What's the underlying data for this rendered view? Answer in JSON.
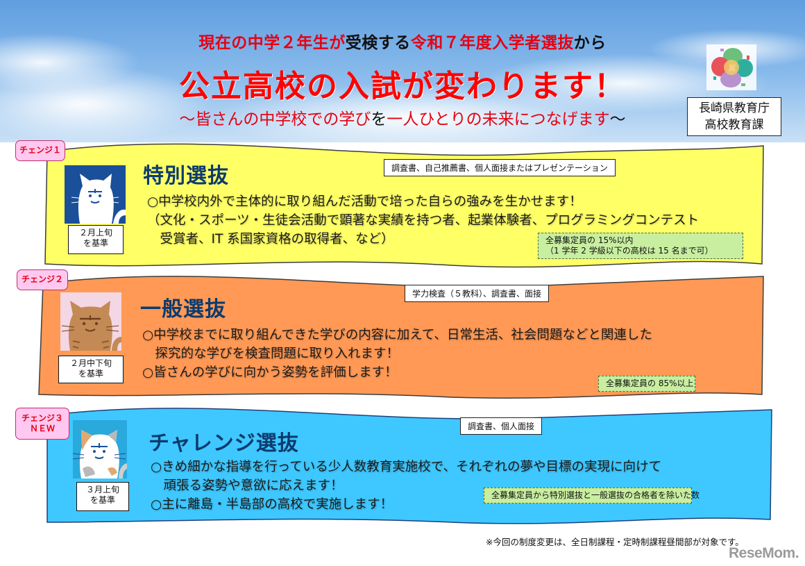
{
  "header": {
    "line1_part1": "現在の中学２年生が",
    "line1_part2": "受検する",
    "line1_part3": "令和７年度入学者選抜",
    "line1_part4": "から",
    "headline": "公立高校の入試が変わります！",
    "tagline_part1": "～皆さんの中学校での学び",
    "tagline_part2": "を",
    "tagline_part3": "一人ひとりの未来につなげます",
    "tagline_part4": "～"
  },
  "organization": {
    "logo_icon": "nagasaki-education-flower-logo",
    "line1": "長崎県教育庁",
    "line2": "高校教育課"
  },
  "colors": {
    "red": "#e60012",
    "title_navy": "#0d3b6e",
    "banner1_yellow": "#ffff66",
    "banner2_orange": "#ff9955",
    "banner3_blue": "#3ec8ff",
    "tag_pink": "#ffc8f0",
    "quota_green": "#c8eea0"
  },
  "changes": [
    {
      "tag": "チェンジ１",
      "tag2": "",
      "cat_icon": "white-cat-navy-bg-icon",
      "date_line1": "２月上旬",
      "date_line2": "を基準",
      "title": "特別選抜",
      "method": "調査書、自己推薦書、個人面接またはプレゼンテーション",
      "lines": [
        "○中学校内外で主体的に取り組んだ活動で培った自らの強みを生かせます！",
        "（文化・スポーツ・生徒会活動で顕著な実績を持つ者、起業体験者、プログラミングコンテスト",
        "　受賞者、IT 系国家資格の取得者、など）"
      ],
      "quota_line1": "全募集定員の 15%以内",
      "quota_line2": "（1 学年 2 学級以下の高校は 15 名まで可）"
    },
    {
      "tag": "チェンジ２",
      "tag2": "",
      "cat_icon": "tabby-cat-pink-bg-icon",
      "date_line1": "２月中下旬",
      "date_line2": "を基準",
      "title": "一般選抜",
      "method": "学力検査（５教科）、調査書、面接",
      "lines": [
        "○中学校までに取り組んできた学びの内容に加えて、日常生活、社会問題などと関連した",
        "　探究的な学びを検査問題に取り入れます！",
        "○皆さんの学びに向かう姿勢を評価します！"
      ],
      "quota_line1": "全募集定員の 85%以上",
      "quota_line2": ""
    },
    {
      "tag": "チェンジ３",
      "tag2": "ＮＥＷ",
      "cat_icon": "calico-cat-blue-bg-icon",
      "date_line1": "３月上旬",
      "date_line2": "を基準",
      "title": "チャレンジ選抜",
      "method": "調査書、個人面接",
      "lines": [
        "○きめ細かな指導を行っている少人数教育実施校で、それぞれの夢や目標の実現に向けて",
        "　頑張る姿勢や意欲に応えます！",
        "○主に離島・半島部の高校で実施します！"
      ],
      "quota_line1": "全募集定員から特別選抜と一般選抜の合格者を除いた数",
      "quota_line2": ""
    }
  ],
  "footnote": "※今回の制度変更は、全日制課程・定時制課程昼間部が対象です。",
  "watermark": "ReseMom."
}
